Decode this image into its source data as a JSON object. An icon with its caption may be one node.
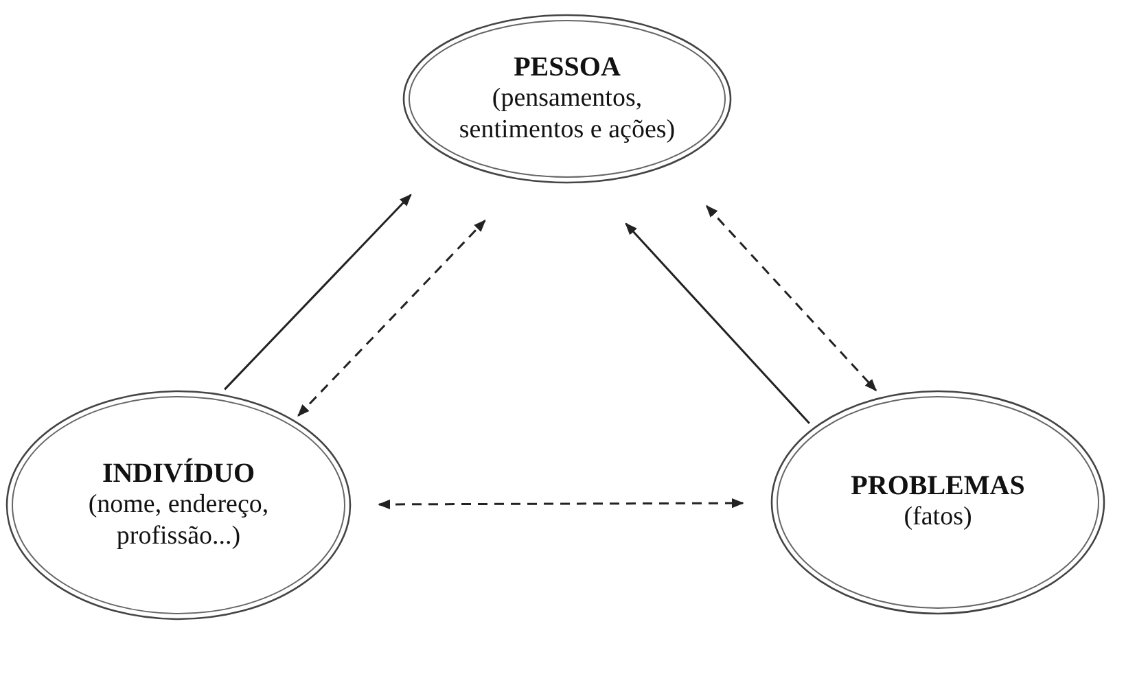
{
  "diagram": {
    "nodes": [
      {
        "text": [
          "PESSOA",
          "(pensamentos, sentimentos e ações)"
        ]
      },
      {
        "text": [
          "INDIVÍDUO",
          "(nome, endereço, profissão...)"
        ]
      },
      {
        "text": [
          "PROBLEMAS",
          "(fatos)"
        ]
      }
    ],
    "edges": [
      {
        "from": 1,
        "to": 0,
        "arrow": "to"
      },
      {
        "from": 1,
        "to": 0,
        "arrow": "both",
        "style": "dashed"
      },
      {
        "from": 0,
        "to": 2,
        "arrow": "both",
        "style": "dashed"
      },
      {
        "from": 2,
        "to": 0,
        "arrow": "to"
      },
      {
        "from": 1,
        "to": 2,
        "arrow": "both",
        "style": "dashed"
      }
    ]
  }
}
